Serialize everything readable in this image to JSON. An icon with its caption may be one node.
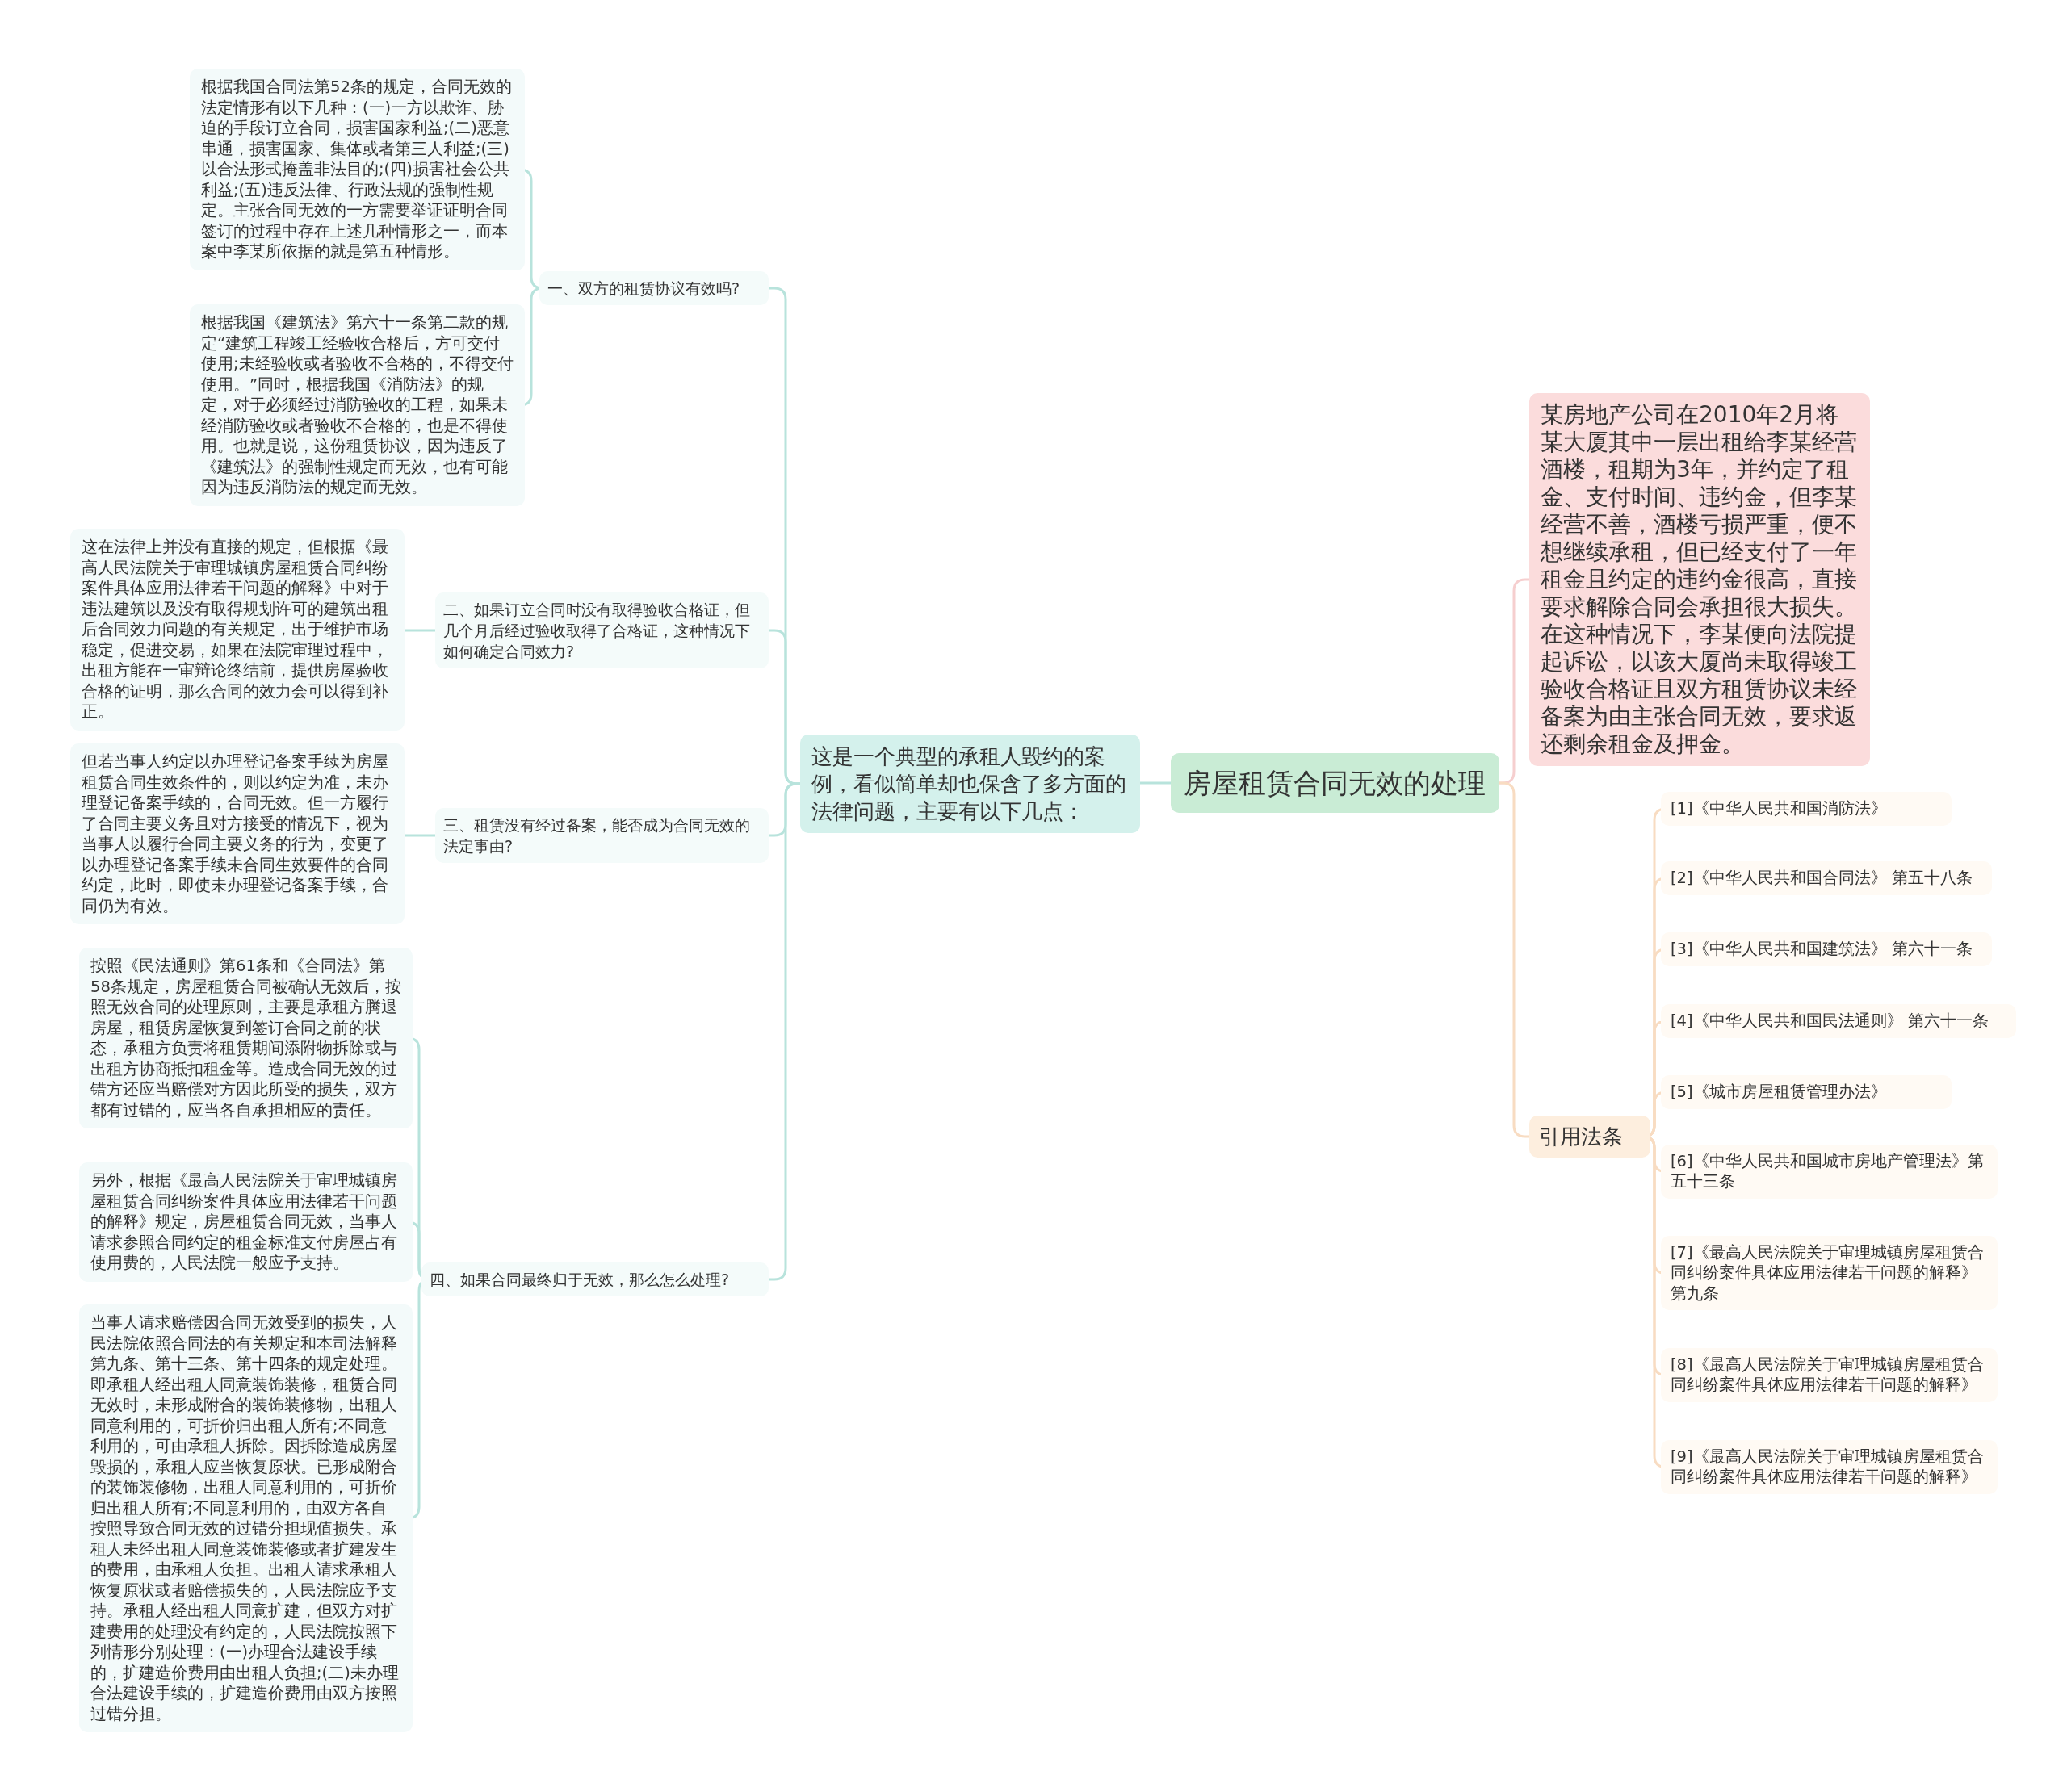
{
  "diagram": {
    "nodes": [
      {
        "text": [
          "房屋租赁合同无效的处理"
        ]
      },
      {
        "text": [
          "这是一个典型的承租人毁约的案例，看似简单却也保含了多方面的法律问题，主要有以下几点："
        ]
      },
      {
        "text": [
          "一、双方的租赁协议有效吗?"
        ]
      },
      {
        "text": [
          "根据我国合同法第52条的规定，合同无效的法定情形有以下几种：(一)一方以欺诈、胁迫的手段订立合同，损害国家利益;(二)恶意串通，损害国家、集体或者第三人利益;(三)以合法形式掩盖非法目的;(四)损害社会公共利益;(五)违反法律、行政法规的强制性规定。主张合同无效的一方需要举证证明合同签订的过程中存在上述几种情形之一，而本案中李某所依据的就是第五种情形。"
        ]
      },
      {
        "text": [
          "根据我国《建筑法》第六十一条第二款的规定“建筑工程竣工经验收合格后，方可交付使用;未经验收或者验收不合格的，不得交付使用。”同时，根据我国《消防法》的规定，对于必须经过消防验收的工程，如果未经消防验收或者验收不合格的，也是不得使用。也就是说，这份租赁协议，因为违反了《建筑法》的强制性规定而无效，也有可能因为违反消防法的规定而无效。"
        ]
      },
      {
        "text": [
          "二、如果订立合同时没有取得验收合格证，但几个月后经过验收取得了合格证，这种情况下如何确定合同效力?"
        ]
      },
      {
        "text": [
          "这在法律上并没有直接的规定，但根据《最高人民法院关于审理城镇房屋租赁合同纠纷案件具体应用法律若干问题的解释》中对于违法建筑以及没有取得规划许可的建筑出租后合同效力问题的有关规定，出于维护市场稳定，促进交易，如果在法院审理过程中，出租方能在一审辩论终结前，提供房屋验收合格的证明，那么合同的效力会可以得到补正。"
        ]
      },
      {
        "text": [
          "三、租赁没有经过备案，能否成为合同无效的法定事由?"
        ]
      },
      {
        "text": [
          "但若当事人约定以办理登记备案手续为房屋租赁合同生效条件的，则以约定为准，未办理登记备案手续的，合同无效。但一方履行了合同主要义务且对方接受的情况下，视为当事人以履行合同主要义务的行为，变更了以办理登记备案手续未合同生效要件的合同约定，此时，即使未办理登记备案手续，合同仍为有效。"
        ]
      },
      {
        "text": [
          "四、如果合同最终归于无效，那么怎么处理?"
        ]
      },
      {
        "text": [
          "按照《民法通则》第61条和《合同法》第58条规定，房屋租赁合同被确认无效后，按照无效合同的处理原则，主要是承租方腾退房屋，租赁房屋恢复到签订合同之前的状态，承租方负责将租赁期间添附物拆除或与出租方协商抵扣租金等。造成合同无效的过错方还应当赔偿对方因此所受的损失，双方都有过错的，应当各自承担相应的责任。"
        ]
      },
      {
        "text": [
          "另外，根据《最高人民法院关于审理城镇房屋租赁合同纠纷案件具体应用法律若干问题的解释》规定，房屋租赁合同无效，当事人请求参照合同约定的租金标准支付房屋占有使用费的，人民法院一般应予支持。"
        ]
      },
      {
        "text": [
          "当事人请求赔偿因合同无效受到的损失，人民法院依照合同法的有关规定和本司法解释第九条、第十三条、第十四条的规定处理。即承租人经出租人同意装饰装修，租赁合同无效时，未形成附合的装饰装修物，出租人同意利用的，可折价归出租人所有;不同意利用的，可由承租人拆除。因拆除造成房屋毁损的，承租人应当恢复原状。已形成附合的装饰装修物，出租人同意利用的，可折价归出租人所有;不同意利用的，由双方各自按照导致合同无效的过错分担现值损失。承租人未经出租人同意装饰装修或者扩建发生的费用，由承租人负担。出租人请求承租人恢复原状或者赔偿损失的，人民法院应予支持。承租人经出租人同意扩建，但双方对扩建费用的处理没有约定的，人民法院按照下列情形分别处理：(一)办理合法建设手续的，扩建造价费用由出租人负担;(二)未办理合法建设手续的，扩建造价费用由双方按照过错分担。"
        ]
      },
      {
        "text": [
          "某房地产公司在2010年2月将某大厦其中一层出租给李某经营酒楼，租期为3年，并约定了租金、支付时间、违约金，但李某经营不善，酒楼亏损严重，便不想继续承租，但已经支付了一年租金且约定的违约金很高，直接要求解除合同会承担很大损失。在这种情况下，李某便向法院提起诉讼，以该大厦尚未取得竣工验收合格证且双方租赁协议未经备案为由主张合同无效，要求返还剩余租金及押金。"
        ]
      },
      {
        "text": [
          "引用法条"
        ]
      },
      {
        "text": [
          "[1]《中华人民共和国消防法》"
        ]
      },
      {
        "text": [
          "[2]《中华人民共和国合同法》 第五十八条"
        ]
      },
      {
        "text": [
          "[3]《中华人民共和国建筑法》 第六十一条"
        ]
      },
      {
        "text": [
          "[4]《中华人民共和国民法通则》 第六十一条"
        ]
      },
      {
        "text": [
          "[5]《城市房屋租赁管理办法》"
        ]
      },
      {
        "text": [
          "[6]《中华人民共和国城市房地产管理法》第五十三条"
        ]
      },
      {
        "text": [
          "[7]《最高人民法院关于审理城镇房屋租赁合同纠纷案件具体应用法律若干问题的解释》第九条"
        ]
      },
      {
        "text": [
          "[8]《最高人民法院关于审理城镇房屋租赁合同纠纷案件具体应用法律若干问题的解释》"
        ]
      },
      {
        "text": [
          "[9]《最高人民法院关于审理城镇房屋租赁合同纠纷案件具体应用法律若干问题的解释》"
        ]
      }
    ],
    "edges": [
      {
        "from": 0,
        "to": 1,
        "arrow": "none"
      },
      {
        "from": 1,
        "to": 2,
        "arrow": "none"
      },
      {
        "from": 1,
        "to": 5,
        "arrow": "none"
      },
      {
        "from": 1,
        "to": 7,
        "arrow": "none"
      },
      {
        "from": 1,
        "to": 9,
        "arrow": "none"
      },
      {
        "from": 2,
        "to": 3,
        "arrow": "none"
      },
      {
        "from": 2,
        "to": 4,
        "arrow": "none"
      },
      {
        "from": 5,
        "to": 6,
        "arrow": "none"
      },
      {
        "from": 7,
        "to": 8,
        "arrow": "none"
      },
      {
        "from": 9,
        "to": 10,
        "arrow": "none"
      },
      {
        "from": 9,
        "to": 11,
        "arrow": "none"
      },
      {
        "from": 9,
        "to": 12,
        "arrow": "none"
      },
      {
        "from": 0,
        "to": 13,
        "arrow": "none",
        "color": "#f6cfcf"
      },
      {
        "from": 0,
        "to": 14,
        "arrow": "none",
        "color": "#f8dcc2"
      },
      {
        "from": 14,
        "to": 15,
        "arrow": "none",
        "color": "#f8dcc2"
      },
      {
        "from": 14,
        "to": 16,
        "arrow": "none",
        "color": "#f8dcc2"
      },
      {
        "from": 14,
        "to": 17,
        "arrow": "none",
        "color": "#f8dcc2"
      },
      {
        "from": 14,
        "to": 18,
        "arrow": "none",
        "color": "#f8dcc2"
      },
      {
        "from": 14,
        "to": 19,
        "arrow": "none",
        "color": "#f8dcc2"
      },
      {
        "from": 14,
        "to": 20,
        "arrow": "none",
        "color": "#f8dcc2"
      },
      {
        "from": 14,
        "to": 21,
        "arrow": "none",
        "color": "#f8dcc2"
      },
      {
        "from": 14,
        "to": 22,
        "arrow": "none",
        "color": "#f8dcc2"
      },
      {
        "from": 14,
        "to": 23,
        "arrow": "none",
        "color": "#f8dcc2"
      }
    ]
  }
}
